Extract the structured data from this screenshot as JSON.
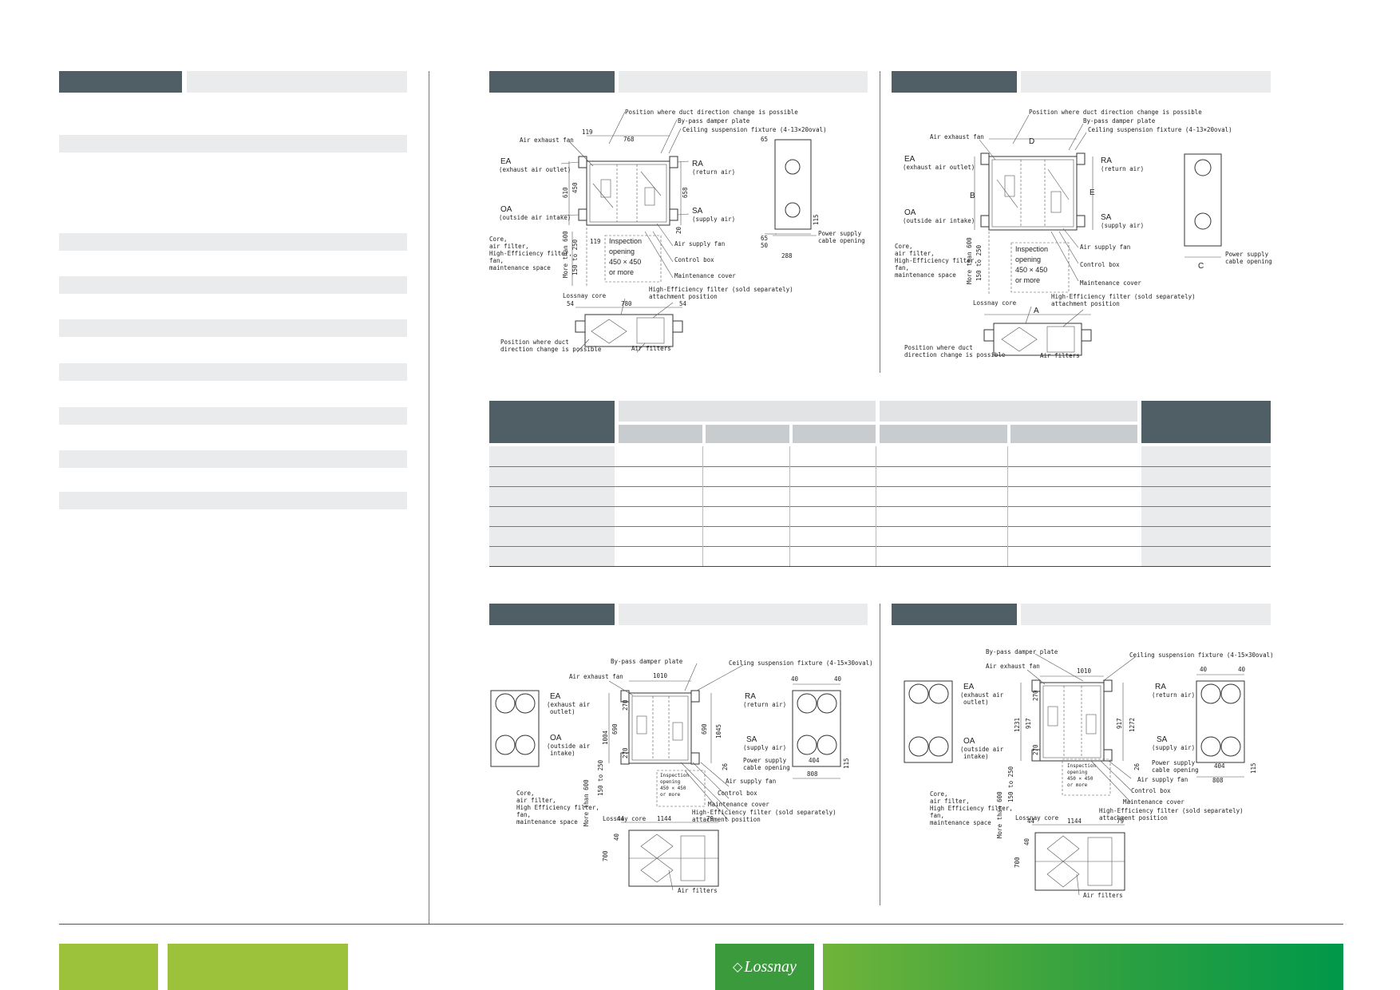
{
  "logo": {
    "text": "Lossnay"
  },
  "diagram_top_left": {
    "labels": {
      "dir_change": "Position where duct direction change is possible",
      "bypass": "By-pass damper plate",
      "suspension": "Ceiling suspension fixture (4-13×20oval)",
      "exhaust_fan": "Air exhaust fan",
      "ea": "EA",
      "ea_sub": "(exhaust air outlet)",
      "oa": "OA",
      "oa_sub": "(outside air intake)",
      "ra": "RA",
      "ra_sub": "(return air)",
      "sa": "SA",
      "sa_sub": "(supply air)",
      "core": "Core,",
      "core2": "air filter,",
      "core3": "High-Efficiency filter,",
      "core4": "fan,",
      "core5": "maintenance space",
      "inspection": "Inspection",
      "inspection2": "opening",
      "inspection3": "450 × 450",
      "inspection4": "or more",
      "supply_fan": "Air supply fan",
      "control_box": "Control box",
      "maint_cover": "Maintenance cover",
      "power": "Power supply",
      "power2": "cable opening",
      "lossnay_core": "Lossnay core",
      "hef": "High-Efficiency filter (sold separately)",
      "hef2": "attachment position",
      "dir_change2": "Position where duct",
      "dir_change3": "direction change is possible",
      "air_filters": "Air filters",
      "more_than": "More than 600",
      "range": "150 to 250",
      "d119a": "119",
      "d768": "768",
      "d65a": "65",
      "d610": "610",
      "d450": "450",
      "d658": "658",
      "d20": "20",
      "d119b": "119",
      "d65b": "65",
      "d50": "50",
      "d115": "115",
      "d288": "288",
      "d54a": "54",
      "d780": "780",
      "d54b": "54"
    }
  },
  "diagram_top_right": {
    "labels": {
      "dir_change": "Position where duct direction change is possible",
      "bypass": "By-pass damper plate",
      "suspension": "Ceiling suspension fixture (4-13×20oval)",
      "exhaust_fan": "Air exhaust fan",
      "ea": "EA",
      "ea_sub": "(exhaust air outlet)",
      "oa": "OA",
      "oa_sub": "(outside air intake)",
      "ra": "RA",
      "ra_sub": "(return air)",
      "sa": "SA",
      "sa_sub": "(supply air)",
      "d": "D",
      "b": "B",
      "e": "E",
      "a": "A",
      "c": "C",
      "core": "Core,",
      "core2": "air filter,",
      "core3": "High-Efficiency filter,",
      "core4": "fan,",
      "core5": "maintenance space",
      "inspection": "Inspection",
      "inspection2": "opening",
      "inspection3": "450 × 450",
      "inspection4": "or more",
      "supply_fan": "Air supply fan",
      "control_box": "Control box",
      "maint_cover": "Maintenance cover",
      "power": "Power supply",
      "power2": "cable opening",
      "lossnay_core": "Lossnay core",
      "hef": "High-Efficiency filter (sold separately)",
      "hef2": "attachment position",
      "dir_change2": "Position where duct",
      "dir_change3": "direction change is possible",
      "air_filters": "Air filters",
      "more_than": "More than 600",
      "range": "150 to 250"
    }
  },
  "diagram_bottom_left": {
    "labels": {
      "bypass": "By-pass damper plate",
      "suspension": "Ceiling suspension fixture (4-15×30oval)",
      "exhaust_fan": "Air exhaust fan",
      "ea": "EA",
      "ea_sub": "(exhaust air",
      "ea_sub2": "outlet)",
      "oa": "OA",
      "oa_sub": "(outside air",
      "oa_sub2": "intake)",
      "ra": "RA",
      "ra_sub": "(return air)",
      "sa": "SA",
      "sa_sub": "(supply air)",
      "power": "Power supply",
      "power2": "cable opening",
      "supply_fan": "Air supply fan",
      "control_box": "Control box",
      "maint_cover": "Maintenance cover",
      "hef": "High-Efficiency filter (sold separately)",
      "hef2": "attachment position",
      "core": "Core,",
      "core2": "air filter,",
      "core3": "High Efficiency filter,",
      "core4": "fan,",
      "core5": "maintenance space",
      "lossnay_core": "Lossnay core",
      "air_filters": "Air filters",
      "inspection": "Inspection",
      "inspection2": "opening",
      "inspection3": "450 × 450",
      "inspection4": "or more",
      "more_than": "More than 600",
      "range": "150 to 250",
      "d1010": "1010",
      "d40a": "40",
      "d40b": "40",
      "d1004": "1004",
      "d690a": "690",
      "d270a": "270",
      "d270b": "270",
      "d690b": "690",
      "d1045": "1045",
      "d404": "404",
      "d808": "808",
      "d115": "115",
      "d26": "26",
      "d44": "44",
      "d1144": "1144",
      "d79": "79",
      "d700": "700",
      "d40c": "40"
    }
  },
  "diagram_bottom_right": {
    "labels": {
      "bypass": "By-pass damper plate",
      "suspension": "Ceiling suspension fixture (4-15×30oval)",
      "exhaust_fan": "Air exhaust fan",
      "ea": "EA",
      "ea_sub": "(exhaust air",
      "ea_sub2": "outlet)",
      "oa": "OA",
      "oa_sub": "(outside air",
      "oa_sub2": "intake)",
      "ra": "RA",
      "ra_sub": "(return air)",
      "sa": "SA",
      "sa_sub": "(supply air)",
      "power": "Power supply",
      "power2": "cable opening",
      "supply_fan": "Air supply fan",
      "control_box": "Control box",
      "maint_cover": "Maintenance cover",
      "hef": "High-Efficiency filter (sold separately)",
      "hef2": "attachment position",
      "core": "Core,",
      "core2": "air filter,",
      "core3": "High Efficiency filter,",
      "core4": "fan,",
      "core5": "maintenance space",
      "lossnay_core": "Lossnay core",
      "air_filters": "Air filters",
      "inspection": "Inspection",
      "inspection2": "opening",
      "inspection3": "450 × 450",
      "inspection4": "or more",
      "more_than": "More than 600",
      "range": "150 to 250",
      "d1010": "1010",
      "d40a": "40",
      "d40b": "40",
      "d1231": "1231",
      "d917a": "917",
      "d270a": "270",
      "d270b": "270",
      "d917b": "917",
      "d1272": "1272",
      "d404": "404",
      "d808": "808",
      "d115": "115",
      "d26": "26",
      "d44": "44",
      "d1144": "1144",
      "d79": "79",
      "d700": "700",
      "d40c": "40"
    }
  }
}
